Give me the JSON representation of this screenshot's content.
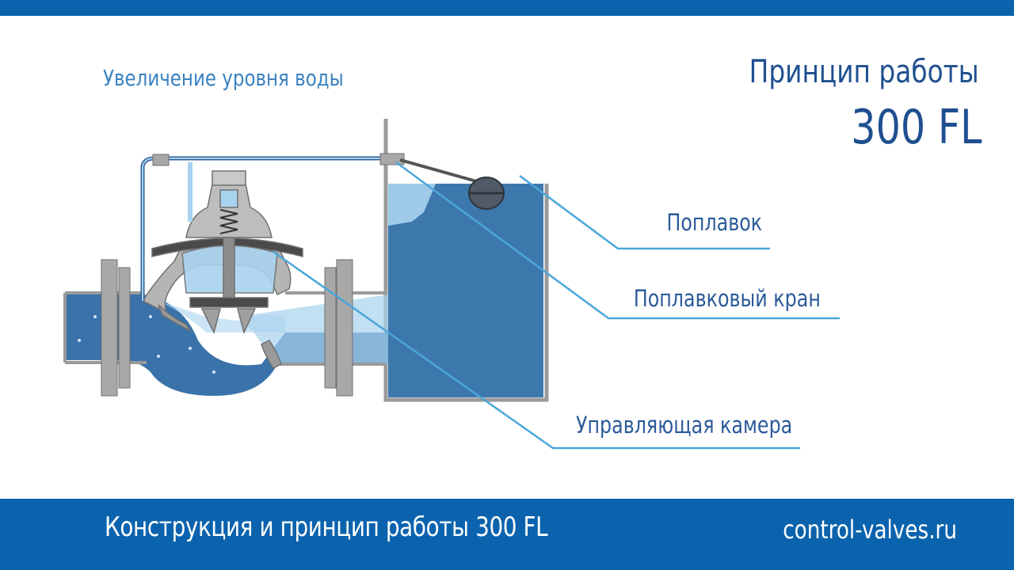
{
  "header": {
    "subtitle": "Увеличение уровня воды",
    "title_line1": "Принцип работы",
    "title_line2": "300 FL"
  },
  "labels": {
    "float": "Поплавок",
    "float_valve": "Поплавковый кран",
    "control_chamber": "Управляющая камера"
  },
  "footer": {
    "left": "Конструкция и принцип работы 300 FL",
    "right": "control-valves.ru"
  },
  "colors": {
    "brand_blue": "#0b63ae",
    "water_dark": "#2f6aa3",
    "water_light": "#a8d3ee",
    "metal": "#a8a8a8",
    "leader_line": "#4aa6db"
  }
}
